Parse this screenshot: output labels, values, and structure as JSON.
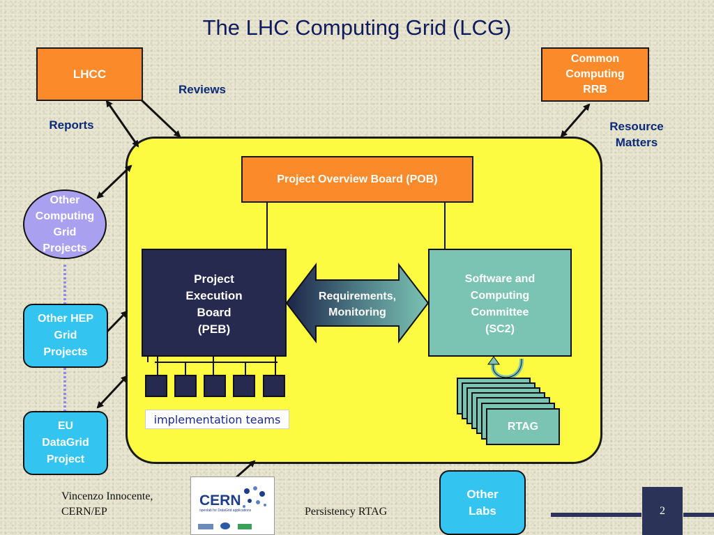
{
  "title": "The LHC Computing Grid (LCG)",
  "boxes": {
    "lhcc": "LHCC",
    "rrb": [
      "Common",
      "Computing",
      "RRB"
    ],
    "pob": "Project Overview Board (POB)",
    "peb": [
      "Project",
      "Execution",
      "Board",
      "(PEB)"
    ],
    "sc2": [
      "Software and",
      "Computing",
      "Committee",
      "(SC2)"
    ],
    "requirements": [
      "Requirements,",
      "Monitoring"
    ],
    "implementation": "implementation teams",
    "rtag": "RTAG",
    "other_grid": [
      "Other",
      "Computing",
      "Grid",
      "Projects"
    ],
    "other_hep": [
      "Other HEP",
      "Grid",
      "Projects"
    ],
    "eu_datagrid": [
      "EU",
      "DataGrid",
      "Project"
    ],
    "other_labs": [
      "Other",
      "Labs"
    ]
  },
  "labels": {
    "reviews": "Reviews",
    "reports": "Reports",
    "resource": [
      "Resource",
      "Matters"
    ]
  },
  "logo": {
    "name": "CERN",
    "tagline": "openlab for DataGrid applications"
  },
  "footer": {
    "author": [
      "Vincenzo Innocente,",
      "CERN/EP"
    ],
    "center": "Persistency RTAG",
    "page": "2"
  },
  "colors": {
    "orange": "#fb8a2a",
    "yellow": "#fdfb41",
    "navy": "#252a4e",
    "teal": "#7bc3b2",
    "lavender": "#a9a0ef",
    "cyan": "#33c4ef"
  }
}
